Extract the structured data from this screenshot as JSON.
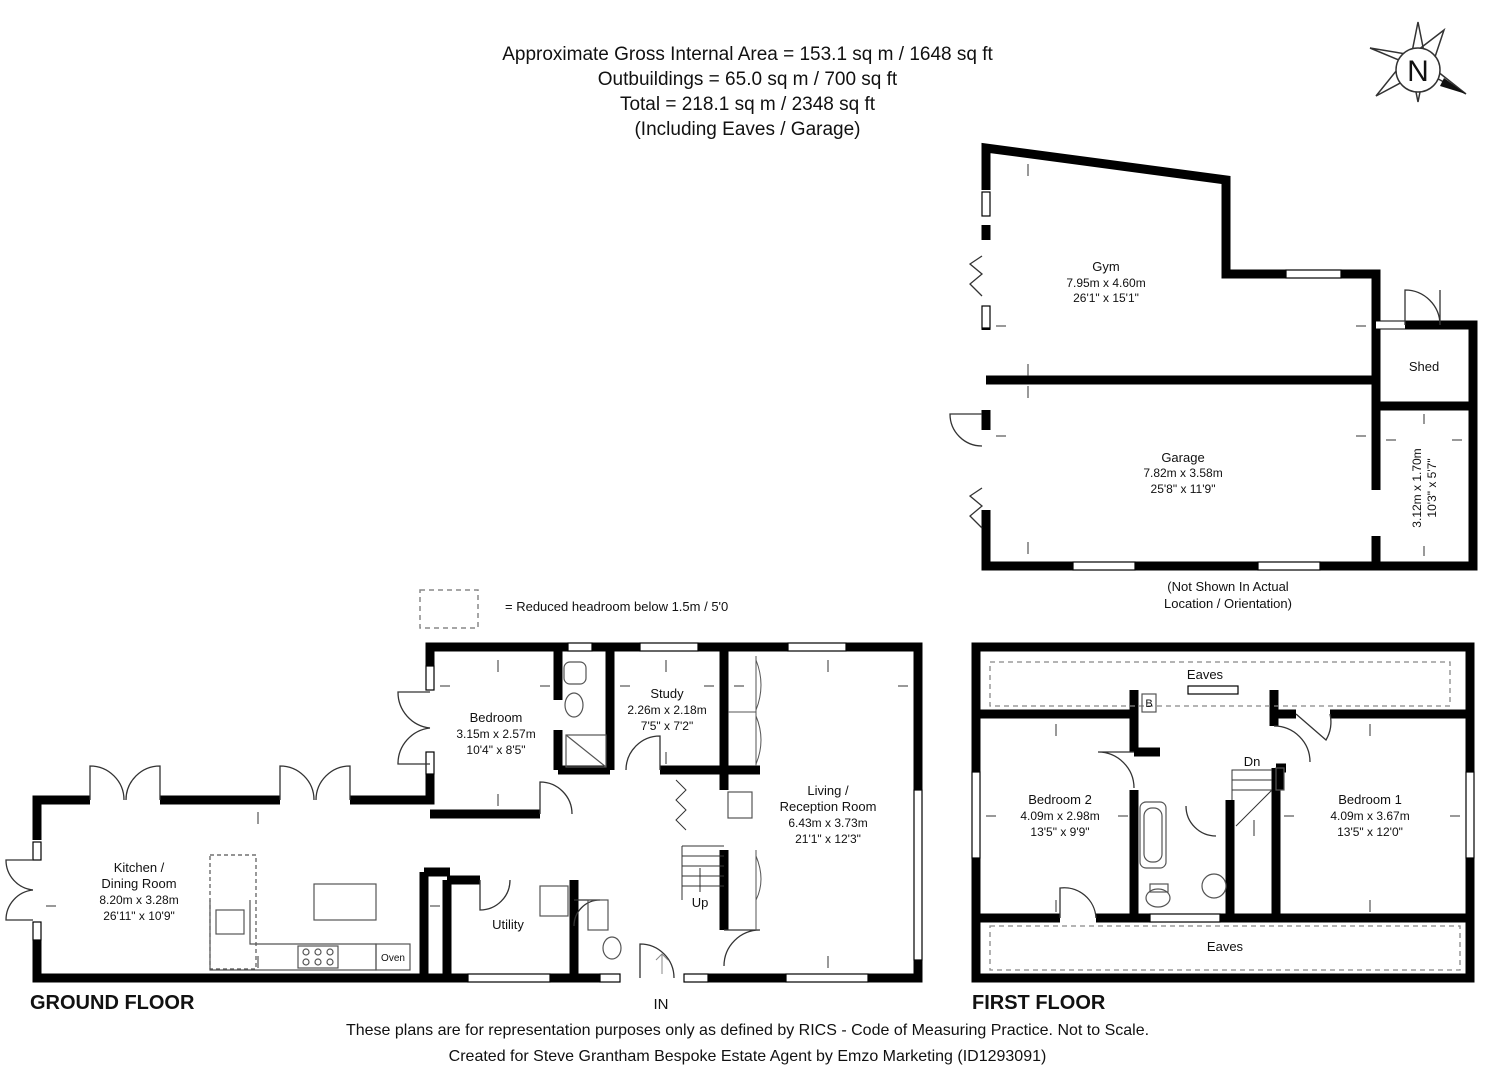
{
  "header": {
    "gross_area": "Approximate Gross Internal Area = 153.1 sq m / 1648 sq ft",
    "outbuildings": "Outbuildings = 65.0 sq m / 700 sq ft",
    "total": "Total = 218.1 sq m / 2348 sq ft",
    "note": "(Including Eaves / Garage)"
  },
  "compass": {
    "letter": "N"
  },
  "legend": {
    "text": "= Reduced headroom below 1.5m / 5'0"
  },
  "outbuildings_note": {
    "line1": "(Not Shown In Actual",
    "line2": "Location / Orientation)"
  },
  "floors": {
    "ground": "GROUND FLOOR",
    "first": "FIRST FLOOR"
  },
  "rooms": {
    "gym": {
      "name": "Gym",
      "metric": "7.95m x 4.60m",
      "imperial": "26'1\" x 15'1\""
    },
    "shed": {
      "name": "Shed"
    },
    "garage": {
      "name": "Garage",
      "metric": "7.82m x 3.58m",
      "imperial": "25'8\" x 11'9\""
    },
    "store": {
      "metric": "3.12m x 1.70m",
      "imperial": "10'3\" x 5'7\""
    },
    "bedroom_ground": {
      "name": "Bedroom",
      "metric": "3.15m x 2.57m",
      "imperial": "10'4\" x 8'5\""
    },
    "study": {
      "name": "Study",
      "metric": "2.26m x 2.18m",
      "imperial": "7'5\" x 7'2\""
    },
    "living": {
      "name_line1": "Living /",
      "name_line2": "Reception Room",
      "metric": "6.43m x 3.73m",
      "imperial": "21'1\" x 12'3\""
    },
    "kitchen": {
      "name_line1": "Kitchen /",
      "name_line2": "Dining Room",
      "metric": "8.20m x 3.28m",
      "imperial": "26'11\" x 10'9\""
    },
    "utility": {
      "name": "Utility"
    },
    "oven": {
      "name": "Oven"
    },
    "up": {
      "name": "Up"
    },
    "entrance": {
      "name": "IN"
    },
    "eaves_top": {
      "name": "Eaves"
    },
    "eaves_bottom": {
      "name": "Eaves"
    },
    "bedroom2": {
      "name": "Bedroom 2",
      "metric": "4.09m x 2.98m",
      "imperial": "13'5\" x 9'9\""
    },
    "bedroom1": {
      "name": "Bedroom 1",
      "metric": "4.09m x 3.67m",
      "imperial": "13'5\" x 12'0\""
    },
    "down": {
      "name": "Dn"
    },
    "boiler": {
      "name": "B"
    }
  },
  "footer": {
    "line1": "These plans are for representation purposes only as defined by RICS - Code of Measuring Practice. Not to Scale.",
    "line2": "Created for Steve Grantham Bespoke Estate Agent by Emzo Marketing (ID1293091)"
  },
  "colors": {
    "wall": "#000000",
    "background": "#ffffff",
    "fixture": "#555555",
    "dashed": "#888888"
  }
}
